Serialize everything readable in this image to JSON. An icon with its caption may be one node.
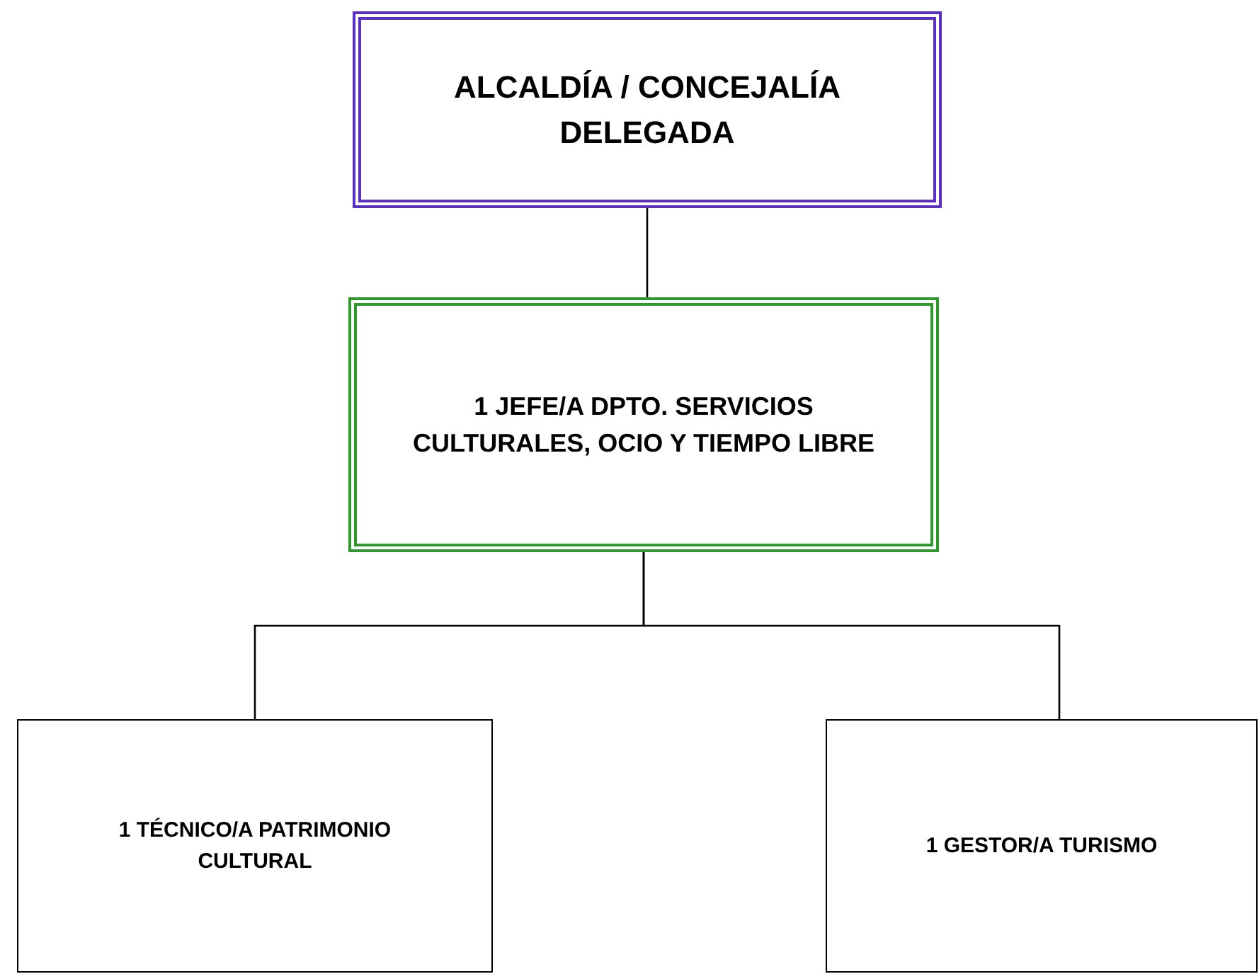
{
  "diagram": {
    "nodes": [
      {
        "text": [
          "ALCALDÍA / CONCEJALÍA DELEGADA"
        ]
      },
      {
        "text": [
          "1 JEFE/A DPTO. SERVICIOS CULTURALES, OCIO Y TIEMPO LIBRE"
        ]
      },
      {
        "text": [
          "1 TÉCNICO/A PATRIMONIO CULTURAL"
        ]
      },
      {
        "text": [
          "1 GESTOR/A TURISMO"
        ]
      }
    ],
    "edges": [
      {
        "from": 0,
        "to": 1,
        "arrow": "none"
      },
      {
        "from": 1,
        "to": 2,
        "arrow": "none"
      },
      {
        "from": 1,
        "to": 3,
        "arrow": "none"
      }
    ]
  }
}
